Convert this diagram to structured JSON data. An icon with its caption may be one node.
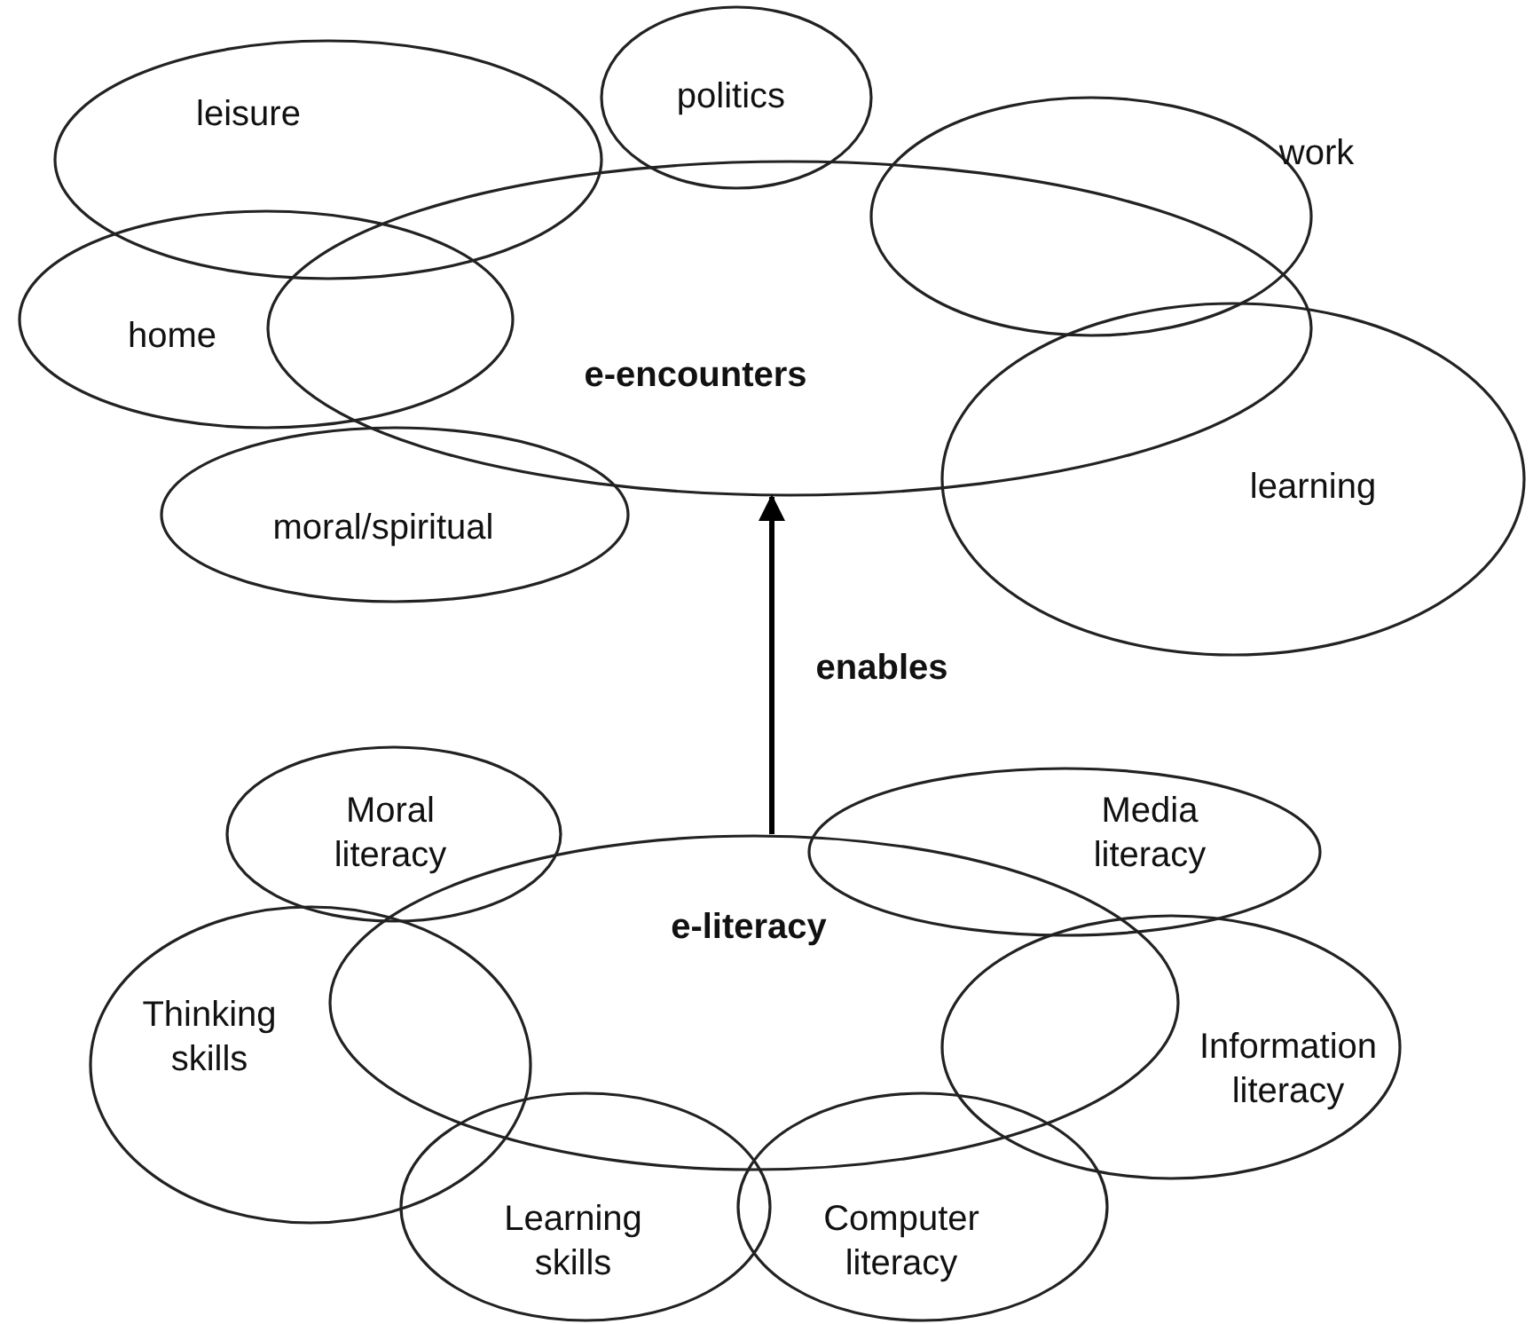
{
  "diagram": {
    "nodes": [
      {
        "text": [
          "leisure"
        ]
      },
      {
        "text": [
          "politics"
        ]
      },
      {
        "text": [
          "work"
        ]
      },
      {
        "text": [
          "home"
        ]
      },
      {
        "text": [
          "e-encounters"
        ]
      },
      {
        "text": [
          "learning"
        ]
      },
      {
        "text": [
          "moral/spiritual"
        ]
      },
      {
        "text": [
          "Moral literacy"
        ]
      },
      {
        "text": [
          "Media literacy"
        ]
      },
      {
        "text": [
          "e-literacy"
        ]
      },
      {
        "text": [
          "Thinking skills"
        ]
      },
      {
        "text": [
          "Information literacy"
        ]
      },
      {
        "text": [
          "Learning skills"
        ]
      },
      {
        "text": [
          "Computer literacy"
        ]
      }
    ],
    "edges": [
      {
        "from": 9,
        "to": 4,
        "arrow": "to",
        "label": "enables"
      }
    ]
  }
}
